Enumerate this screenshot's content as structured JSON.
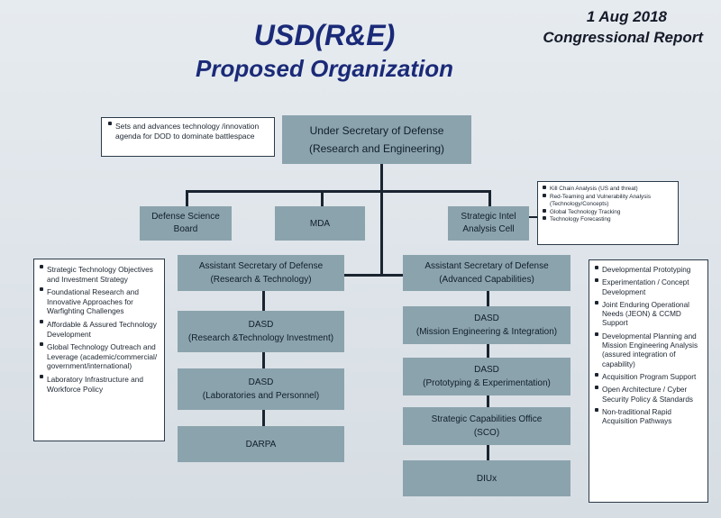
{
  "header": {
    "date": "1 Aug 2018",
    "report": "Congressional Report",
    "title_line1": "USD(R&E)",
    "title_line2": "Proposed Organization"
  },
  "top": {
    "line1": "Under Secretary of Defense",
    "line2": "(Research and Engineering)",
    "mission": "Sets and advances technology /innovation agenda for DOD to dominate battlespace"
  },
  "row2": {
    "dsb_line1": "Defense Science",
    "dsb_line2": "Board",
    "mda": "MDA",
    "intel_line1": "Strategic Intel",
    "intel_line2": "Analysis Cell"
  },
  "intel_notes": [
    "Kill Chain Analysis (US and threat)",
    "Red-Teaming and Vulnerability Analysis (Technology/Concepts)",
    "Global Technology Tracking",
    "Technology Forecasting"
  ],
  "left_column": {
    "asd_line1": "Assistant Secretary of Defense",
    "asd_line2": "(Research & Technology)",
    "dasd1_line1": "DASD",
    "dasd1_line2": "(Research &Technology Investment)",
    "dasd2_line1": "DASD",
    "dasd2_line2": "(Laboratories and Personnel)",
    "darpa": "DARPA"
  },
  "right_column": {
    "asd_line1": "Assistant Secretary of Defense",
    "asd_line2": "(Advanced Capabilities)",
    "dasd1_line1": "DASD",
    "dasd1_line2": "(Mission Engineering & Integration)",
    "dasd2_line1": "DASD",
    "dasd2_line2": "(Prototyping & Experimentation)",
    "sco_line1": "Strategic Capabilities Office",
    "sco_line2": "(SCO)",
    "diux": "DIUx"
  },
  "left_notes": [
    "Strategic Technology Objectives and Investment Strategy",
    "Foundational Research and Innovative Approaches for Warfighting Challenges",
    "Affordable & Assured Technology Development",
    "Global Technology Outreach and Leverage (academic/commercial/ government/international)",
    "Laboratory Infrastructure and Workforce Policy"
  ],
  "right_notes": [
    "Developmental Prototyping",
    "Experimentation / Concept Development",
    "Joint Enduring Operational Needs (JEON) & CCMD Support",
    "Developmental Planning and Mission Engineering Analysis (assured integration of capability)",
    "Acquisition Program Support",
    "Open Architecture / Cyber Security Policy & Standards",
    "Non-traditional Rapid Acquisition Pathways"
  ]
}
